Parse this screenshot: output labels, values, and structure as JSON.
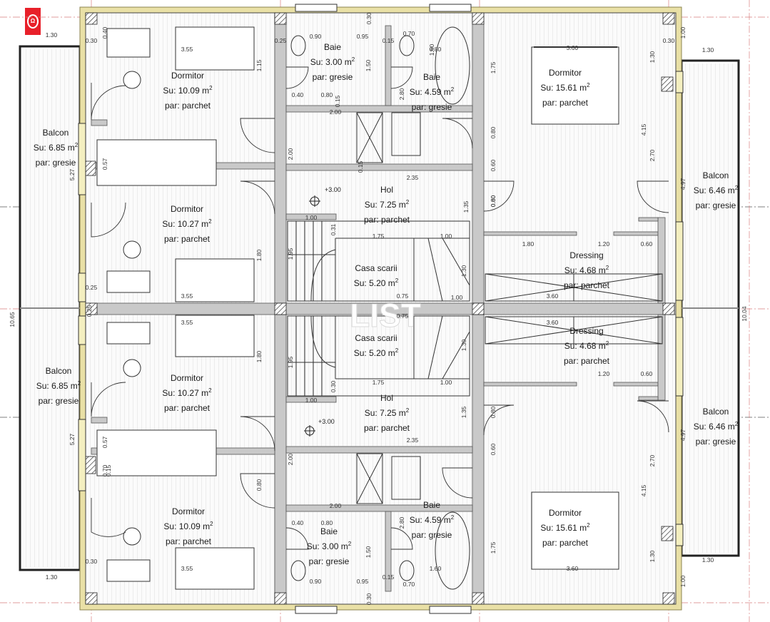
{
  "logo": {
    "mark": "Ω",
    "color": "#e8202a"
  },
  "watermark": "LIST",
  "overall_dims": {
    "left": "10.65",
    "right": "10.04"
  },
  "rooms": [
    {
      "name": "Dormitor",
      "area": "Su: 10.09 m",
      "floor": "par: parchet"
    },
    {
      "name": "Baie",
      "area": "Su: 3.00 m",
      "floor": "par: gresie"
    },
    {
      "name": "Baie",
      "area": "Su: 4.59 m",
      "floor": "par: gresie"
    },
    {
      "name": "Dormitor",
      "area": "Su: 15.61 m",
      "floor": "par: parchet"
    },
    {
      "name": "Balcon",
      "area": "Su: 6.85 m",
      "floor": "par: gresie"
    },
    {
      "name": "Balcon",
      "area": "Su: 6.46 m",
      "floor": "par: gresie"
    },
    {
      "name": "Hol",
      "area": "Su: 7.25 m",
      "floor": "par: parchet"
    },
    {
      "name": "Dormitor",
      "area": "Su: 10.27 m",
      "floor": "par: parchet"
    },
    {
      "name": "Casa scarii",
      "area": "Su: 5.20 m",
      "floor": ""
    },
    {
      "name": "Dressing",
      "area": "Su: 4.68 m",
      "floor": "par: parchet"
    },
    {
      "name": "Dressing",
      "area": "Su: 4.68 m",
      "floor": "par: parchet"
    },
    {
      "name": "Casa scarii",
      "area": "Su: 5.20 m",
      "floor": ""
    },
    {
      "name": "Dormitor",
      "area": "Su: 10.27 m",
      "floor": "par: parchet"
    },
    {
      "name": "Balcon",
      "area": "Su: 6.85 m",
      "floor": "par: gresie"
    },
    {
      "name": "Hol",
      "area": "Su: 7.25 m",
      "floor": "par: parchet"
    },
    {
      "name": "Balcon",
      "area": "Su: 6.46 m",
      "floor": "par: gresie"
    },
    {
      "name": "Dormitor",
      "area": "Su: 10.09 m",
      "floor": "par: parchet"
    },
    {
      "name": "Baie",
      "area": "Su: 4.59 m",
      "floor": "par: gresie"
    },
    {
      "name": "Dormitor",
      "area": "Su: 15.61 m",
      "floor": "par: parchet"
    },
    {
      "name": "Baie",
      "area": "Su: 3.00 m",
      "floor": "par: gresie"
    }
  ],
  "levels": [
    "+3.00",
    "+3.00"
  ],
  "dimensions": [
    "1.30",
    "0.30",
    "0.40",
    "3.55",
    "0.25",
    "0.90",
    "0.95",
    "0.15",
    "0.70",
    "0.30",
    "1.00",
    "0.30",
    "3.60",
    "1.30",
    "1.15",
    "1.50",
    "0.80",
    "0.40",
    "0.80",
    "0.15",
    "2.80",
    "1.60",
    "1.75",
    "1.30",
    "4.15",
    "2.00",
    "2.70",
    "0.60",
    "0.80",
    "0.15",
    "2.00",
    "2.35",
    "0.60",
    "0.80",
    "1.35",
    "1.00",
    "1.75",
    "1.00",
    "1.80",
    "1.20",
    "0.60",
    "1.95",
    "1.80",
    "1.30",
    "3.55",
    "3.60",
    "0.75",
    "0.75",
    "1.30",
    "3.60",
    "3.55",
    "1.95",
    "1.80",
    "1.20",
    "0.60",
    "1.00",
    "1.75",
    "1.00",
    "1.35",
    "2.35",
    "0.80",
    "0.60",
    "2.00",
    "2.70",
    "4.15",
    "2.00",
    "0.40",
    "0.80",
    "1.50",
    "2.80",
    "1.60",
    "1.75",
    "1.30",
    "3.55",
    "1.30",
    "0.30",
    "0.90",
    "0.95",
    "0.15",
    "0.70",
    "0.30",
    "3.60",
    "1.30",
    "1.00",
    "0.57",
    "0.57",
    "0.15",
    "0.70",
    "0.80",
    "5.27",
    "4.97",
    "5.27",
    "4.97",
    "0.25",
    "0.25",
    "1.00",
    "0.31",
    "0.30"
  ]
}
